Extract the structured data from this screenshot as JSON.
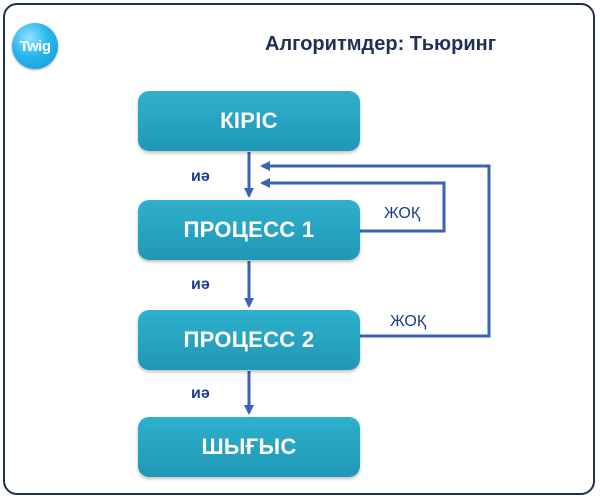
{
  "header": {
    "logo_text": "Twig",
    "title": "Алгоритмдер: Тьюринг"
  },
  "flow": {
    "input": "КІРІС",
    "process1": "ПРОЦЕСС 1",
    "process2": "ПРОЦЕСС 2",
    "output": "ШЫҒЫС",
    "yes1": "иә",
    "yes2": "иә",
    "yes3": "иә",
    "no1": "ЖОҚ",
    "no2": "ЖОҚ"
  },
  "colors": {
    "box": "#1f98b6",
    "arrow": "#3a62b8",
    "text": "#1f2f57"
  }
}
